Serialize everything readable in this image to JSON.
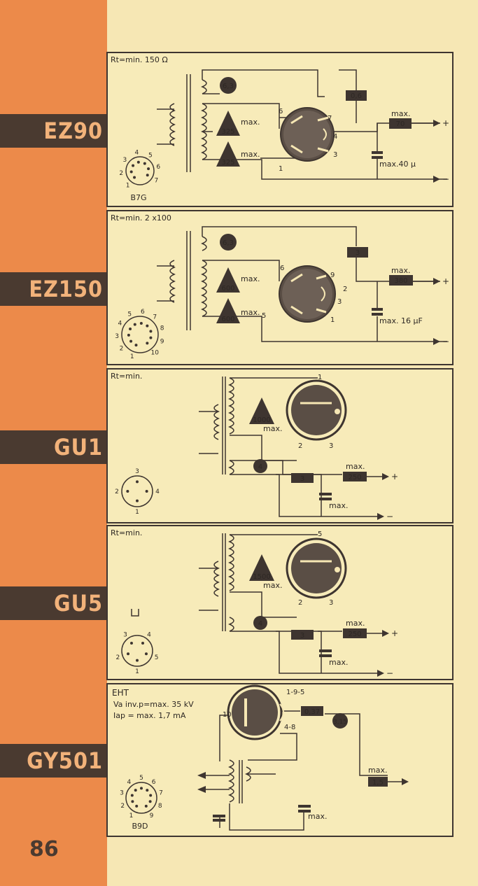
{
  "page": {
    "number": "86"
  },
  "tubes": [
    {
      "name": "EZ90",
      "rt": "Rt=min. 150 Ω",
      "heater": "6,3",
      "anode_v": [
        "325",
        "325"
      ],
      "anode_label": "max.",
      "fuse": "0,6",
      "output_label": "max.",
      "output_value": "70",
      "cap": "max.40 μ",
      "pins": [
        "6",
        "7",
        "4",
        "3",
        "1"
      ],
      "socket": "B7G",
      "socket_pins": [
        "1",
        "2",
        "3",
        "4",
        "5",
        "6",
        "7"
      ],
      "plus": "+",
      "minus": "−"
    },
    {
      "name": "EZ150",
      "rt": "Rt=min. 2 x100",
      "heater": "6,3",
      "anode_v": [
        "600",
        "600"
      ],
      "anode_label": "max.",
      "fuse": "3",
      "output_label": "max.",
      "output_value": "380",
      "cap": "max. 16 μF",
      "pins": [
        "6",
        "9",
        "2",
        "3",
        "1",
        "5"
      ],
      "socket_pins": [
        "1",
        "2",
        "3",
        "4",
        "5",
        "6",
        "7",
        "8",
        "9",
        "10"
      ],
      "plus": "+",
      "minus": "−"
    },
    {
      "name": "GU1",
      "rt": "Rt=min.",
      "hv": "1000",
      "hv_label": "max.",
      "heater": "4",
      "fuse": "3",
      "output_label": "max.",
      "output_value": "250",
      "cap": "max.",
      "pins": [
        "1",
        "2",
        "3"
      ],
      "socket_pins": [
        "1",
        "2",
        "3",
        "4"
      ],
      "plus": "+",
      "minus": "−"
    },
    {
      "name": "GU5",
      "rt": "Rt=min.",
      "hv": "1500",
      "hv_label": "max.",
      "heater": "4",
      "fuse": "3",
      "output_label": "max.",
      "output_value": "250",
      "cap": "max.",
      "pins": [
        "5",
        "2",
        "3"
      ],
      "socket_pins": [
        "1",
        "2",
        "3",
        "4",
        "5"
      ],
      "plus": "+",
      "minus": "−"
    },
    {
      "name": "GY501",
      "eht": "EHT",
      "va": "Va inv.p=max. 35 kV",
      "ia": "Iap = max. 1,7 mA",
      "pins": [
        "1-9-5",
        "10",
        "4-8"
      ],
      "resistor": "0,37",
      "heater": "3,15",
      "output_label": "max.",
      "output_value": "1,5",
      "cap": "max.",
      "socket": "B9D",
      "socket_pins": [
        "1",
        "2",
        "3",
        "4",
        "5",
        "6",
        "7",
        "8",
        "9"
      ]
    }
  ]
}
